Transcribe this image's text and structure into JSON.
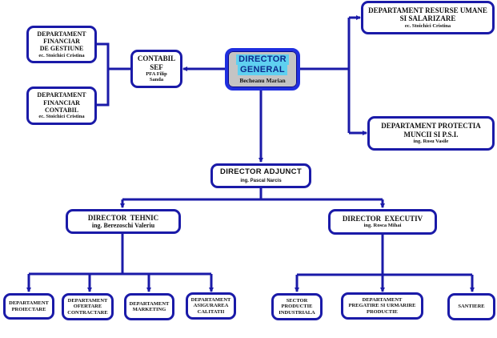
{
  "title": "Organizational chart",
  "colors": {
    "line": "#1a1aa8",
    "director_general_fill": "#c4c4c4",
    "director_general_border": "#1f2fe0",
    "title_highlight": "#5fd0f0"
  },
  "director_general": {
    "title_line1": "DIRECTOR",
    "title_line2": "GENERAL",
    "name": "Becheanu Marian"
  },
  "contabil_sef": {
    "title_line1": "CONTABIL",
    "title_line2": "SEF",
    "name_line1": "PFA Filip",
    "name_line2": "Sanda"
  },
  "dept_financiar_gestiune": {
    "lines": [
      "DEPARTAMENT",
      "FINANCIAR",
      "DE GESTIUNE"
    ],
    "name": "ec. Stoichici Cristina"
  },
  "dept_financiar_contabil": {
    "lines": [
      "DEPARTAMENT",
      "FINANCIAR",
      "CONTABIL"
    ],
    "name": "ec. Stoichici Cristina"
  },
  "dept_resurse_umane": {
    "lines": [
      "DEPARTAMENT RESURSE UMANE",
      "SI SALARIZARE"
    ],
    "name": "ec. Stoichici Cristina"
  },
  "dept_protectia_muncii": {
    "lines": [
      "DEPARTAMENT PROTECTIA",
      "MUNCII SI P.S.I."
    ],
    "name": "ing. Rosu Vasile"
  },
  "director_adjunct": {
    "title": "DIRECTOR  ADJUNCT",
    "name": "ing. Pascal Narcis"
  },
  "director_tehnic": {
    "title": "DIRECTOR  TEHNIC",
    "name": "ing. Berezoschi Valeriu"
  },
  "director_executiv": {
    "title": "DIRECTOR  EXECUTIV",
    "name": "ing. Rosca Mihai"
  },
  "tehnic_departments": [
    {
      "lines": [
        "DEPARTAMENT",
        "PROIECTARE"
      ]
    },
    {
      "lines": [
        "DEPARTAMENT",
        "OFERTARE",
        "CONTRACTARE"
      ]
    },
    {
      "lines": [
        "DEPARTAMENT",
        "MARKETING"
      ]
    },
    {
      "lines": [
        "DEPARTAMENT",
        "ASIGURAREA",
        "CALITATII"
      ]
    }
  ],
  "executiv_departments": [
    {
      "lines": [
        "SECTOR",
        "PRODUCTIE",
        "INDUSTRIALA"
      ]
    },
    {
      "lines": [
        "DEPARTAMENT",
        "PREGATIRE SI URMARIRE",
        "PRODUCTIE"
      ]
    },
    {
      "lines": [
        "SANTIERE"
      ]
    }
  ]
}
